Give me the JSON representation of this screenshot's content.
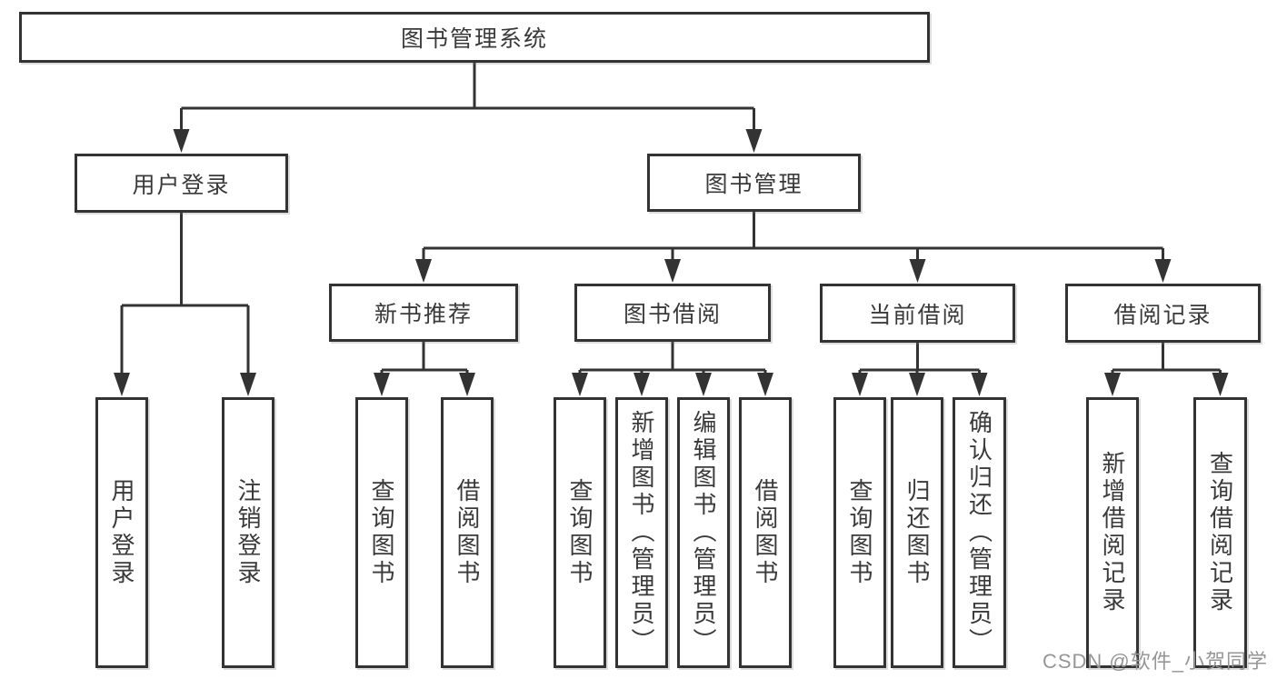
{
  "diagram": {
    "title": "图书管理系统",
    "line_color": "#333333",
    "box_background": "#ffffff",
    "text_color": "#3a3a3a",
    "nodes": [
      {
        "id": "root",
        "label": "图书管理系统",
        "vertical": false
      },
      {
        "id": "user-login",
        "label": "用户登录",
        "vertical": false
      },
      {
        "id": "book-mgmt",
        "label": "图书管理",
        "vertical": false
      },
      {
        "id": "new-book-rec",
        "label": "新书推荐",
        "vertical": false
      },
      {
        "id": "book-borrow",
        "label": "图书借阅",
        "vertical": false
      },
      {
        "id": "current-borrow",
        "label": "当前借阅",
        "vertical": false
      },
      {
        "id": "borrow-records",
        "label": "借阅记录",
        "vertical": false
      },
      {
        "id": "leaf-user-login",
        "label": "用户登录",
        "vertical": true
      },
      {
        "id": "leaf-logout",
        "label": "注销登录",
        "vertical": true
      },
      {
        "id": "leaf-rec-query",
        "label": "查询图书",
        "vertical": true
      },
      {
        "id": "leaf-rec-borrow",
        "label": "借阅图书",
        "vertical": true
      },
      {
        "id": "leaf-bb-query",
        "label": "查询图书",
        "vertical": true
      },
      {
        "id": "leaf-bb-add",
        "label": "新增图书（管理员）",
        "vertical": true
      },
      {
        "id": "leaf-bb-edit",
        "label": "编辑图书（管理员）",
        "vertical": true
      },
      {
        "id": "leaf-bb-borrow",
        "label": "借阅图书",
        "vertical": true
      },
      {
        "id": "leaf-cb-query",
        "label": "查询图书",
        "vertical": true
      },
      {
        "id": "leaf-cb-return",
        "label": "归还图书",
        "vertical": true
      },
      {
        "id": "leaf-cb-confirm",
        "label": "确认归还（管理员）",
        "vertical": true
      },
      {
        "id": "leaf-br-add",
        "label": "新增借阅记录",
        "vertical": true
      },
      {
        "id": "leaf-br-query",
        "label": "查询借阅记录",
        "vertical": true
      }
    ],
    "edges": [
      {
        "parent": "root",
        "children": [
          "user-login",
          "book-mgmt"
        ]
      },
      {
        "parent": "user-login",
        "children": [
          "leaf-user-login",
          "leaf-logout"
        ]
      },
      {
        "parent": "book-mgmt",
        "children": [
          "new-book-rec",
          "book-borrow",
          "current-borrow",
          "borrow-records"
        ]
      },
      {
        "parent": "new-book-rec",
        "children": [
          "leaf-rec-query",
          "leaf-rec-borrow"
        ]
      },
      {
        "parent": "book-borrow",
        "children": [
          "leaf-bb-query",
          "leaf-bb-add",
          "leaf-bb-edit",
          "leaf-bb-borrow"
        ]
      },
      {
        "parent": "current-borrow",
        "children": [
          "leaf-cb-query",
          "leaf-cb-return",
          "leaf-cb-confirm"
        ]
      },
      {
        "parent": "borrow-records",
        "children": [
          "leaf-br-add",
          "leaf-br-query"
        ]
      }
    ]
  },
  "watermark": {
    "text": "CSDN @软件_小贺同学",
    "color": "#969696"
  }
}
